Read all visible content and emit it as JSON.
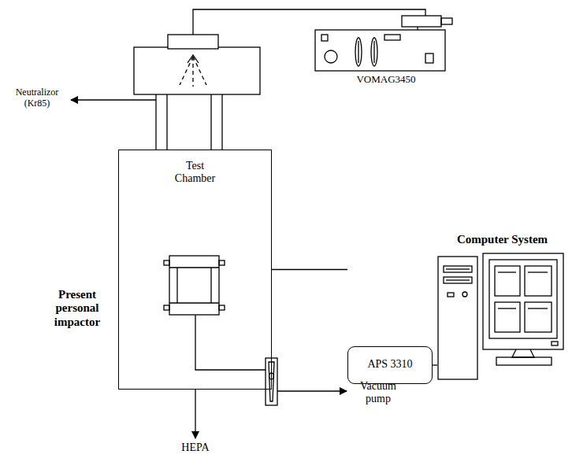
{
  "diagram": {
    "nodes": [
      {
        "text": [
          "Test Chamber"
        ]
      },
      {
        "text": [
          "APS 3310"
        ]
      },
      {
        "text": [
          "Computer System"
        ]
      }
    ],
    "edges": [
      {
        "from": 0,
        "to": 1,
        "arrow": "none"
      },
      {
        "from": 1,
        "to": 2,
        "arrow": "none"
      }
    ],
    "labels": [
      "Neutralizor (Kr85)",
      "VOMAG3450",
      "Present personal impactor",
      "HEPA",
      "Vacuum pump"
    ]
  }
}
